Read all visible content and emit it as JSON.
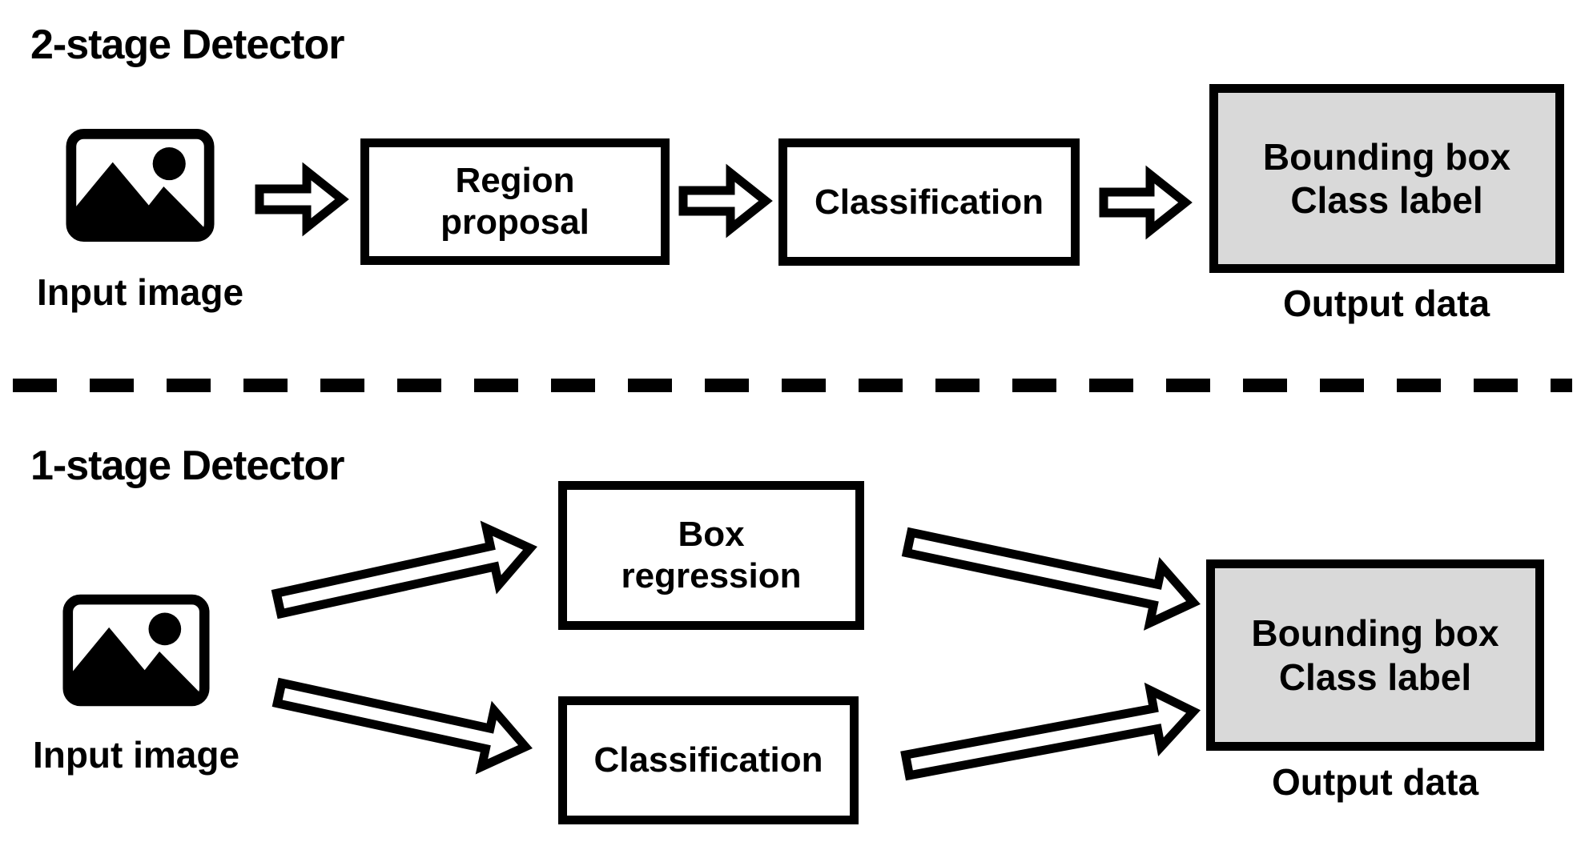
{
  "page": {
    "background": "#ffffff",
    "text_color": "#000000",
    "output_box_fill": "#d9d9d9",
    "line_color": "#000000"
  },
  "icons": {
    "input_image": "input-image-icon",
    "flow_arrow": "flow-arrow-icon"
  },
  "sections": [
    {
      "title": "2-stage Detector",
      "input_label": "Input image",
      "boxes": [
        {
          "lines": [
            "Region",
            "proposal"
          ]
        },
        {
          "lines": [
            "Classification"
          ]
        }
      ],
      "output_box": {
        "lines": [
          "Bounding box",
          "Class label"
        ]
      },
      "output_caption": "Output data"
    },
    {
      "title": "1-stage Detector",
      "input_label": "Input image",
      "boxes": [
        {
          "lines": [
            "Box",
            "regression"
          ]
        },
        {
          "lines": [
            "Classification"
          ]
        }
      ],
      "output_box": {
        "lines": [
          "Bounding box",
          "Class label"
        ]
      },
      "output_caption": "Output data"
    }
  ]
}
